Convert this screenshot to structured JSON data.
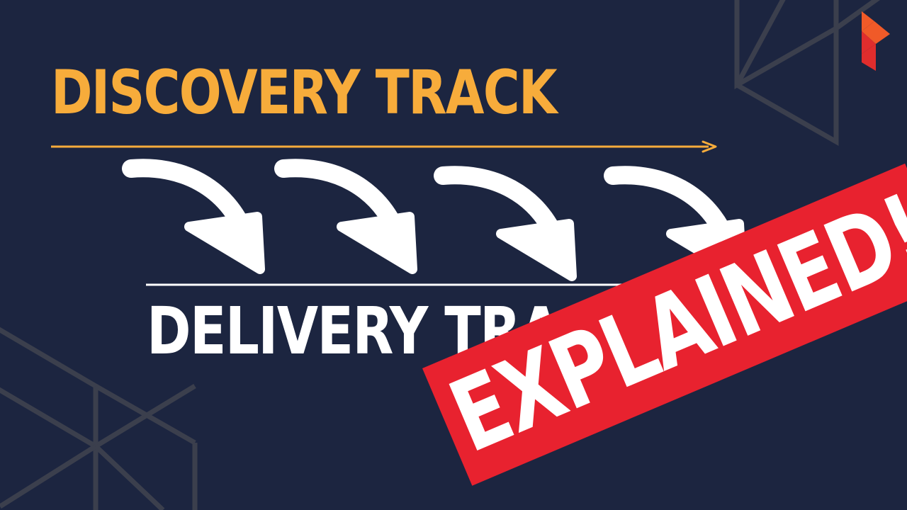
{
  "headline_top": {
    "text": "DISCOVERY TRACK",
    "color": "#f7ac3b"
  },
  "headline_bottom": {
    "text": "DELIVERY TRACK",
    "color": "#ffffff"
  },
  "stamp": {
    "text": "EXPLAINED!",
    "background": "#e8222f",
    "color": "#ffffff"
  },
  "icons": {
    "transfer_arrows": "curved-arrow-icon",
    "logo": "brand-logo-icon"
  },
  "colors": {
    "background": "#1c2540",
    "discovery_line": "#f7ac3b",
    "delivery_line": "#ffffff",
    "decor_lines": "#3b3f4d",
    "logo_primary": "#f05a28",
    "logo_secondary": "#e02d2d"
  }
}
